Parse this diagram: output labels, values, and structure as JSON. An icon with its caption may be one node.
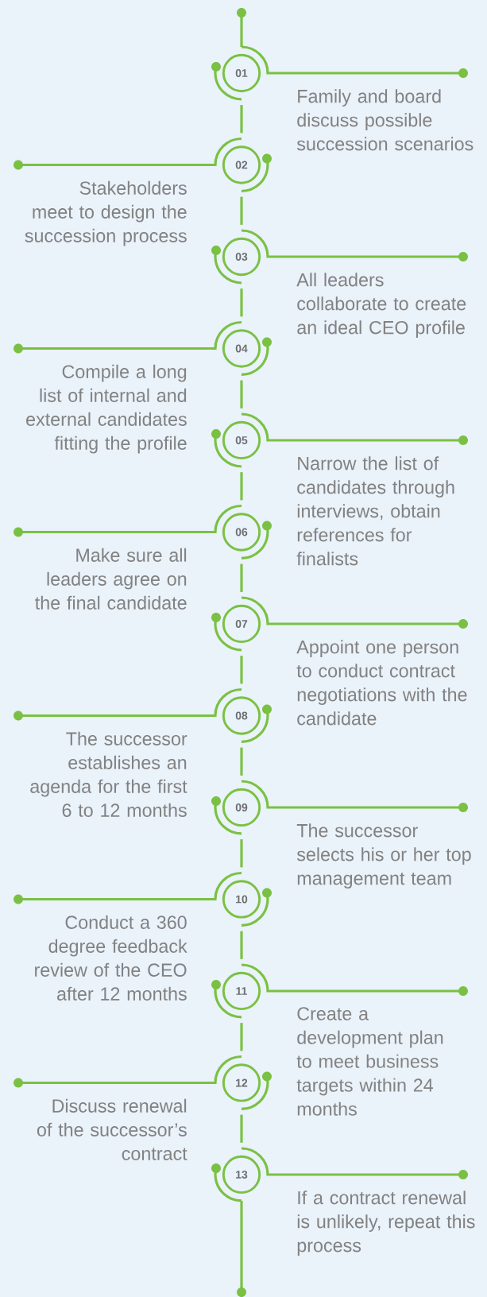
{
  "diagram": {
    "nodes": [
      {
        "text": [
          "01"
        ],
        "beside": [
          "Family and board discuss possible succession scenarios"
        ]
      },
      {
        "text": [
          "02"
        ],
        "beside": [
          "Stakeholders meet to design the succession process"
        ]
      },
      {
        "text": [
          "03"
        ],
        "beside": [
          "All leaders collaborate to create an ideal CEO profile"
        ]
      },
      {
        "text": [
          "04"
        ],
        "beside": [
          "Compile a long list of internal and external candidates fitting the profile"
        ]
      },
      {
        "text": [
          "05"
        ],
        "beside": [
          "Narrow the list of candidates through interviews, obtain references for finalists"
        ]
      },
      {
        "text": [
          "06"
        ],
        "beside": [
          "Make sure all leaders agree on the final candidate"
        ]
      },
      {
        "text": [
          "07"
        ],
        "beside": [
          "Appoint one person to conduct contract negotiations with the candidate"
        ]
      },
      {
        "text": [
          "08"
        ],
        "beside": [
          "The successor establishes an agenda for the first 6 to 12 months"
        ]
      },
      {
        "text": [
          "09"
        ],
        "beside": [
          "The successor selects his or her top management team"
        ]
      },
      {
        "text": [
          "10"
        ],
        "beside": [
          "Conduct a 360 degree feedback review of the CEO after 12 months"
        ]
      },
      {
        "text": [
          "11"
        ],
        "beside": [
          "Create a development plan to meet business targets within 24 months"
        ]
      },
      {
        "text": [
          "12"
        ],
        "beside": [
          "Discuss renewal of the successor’s contract"
        ]
      },
      {
        "text": [
          "13"
        ],
        "beside": [
          "If a contract renewal is unlikely, repeat this process"
        ]
      }
    ],
    "edges": [
      {
        "from": 0,
        "to": 1,
        "arrow": "none"
      },
      {
        "from": 1,
        "to": 2,
        "arrow": "none"
      },
      {
        "from": 2,
        "to": 3,
        "arrow": "none"
      },
      {
        "from": 3,
        "to": 4,
        "arrow": "none"
      },
      {
        "from": 4,
        "to": 5,
        "arrow": "none"
      },
      {
        "from": 5,
        "to": 6,
        "arrow": "none"
      },
      {
        "from": 6,
        "to": 7,
        "arrow": "none"
      },
      {
        "from": 7,
        "to": 8,
        "arrow": "none"
      },
      {
        "from": 8,
        "to": 9,
        "arrow": "none"
      },
      {
        "from": 9,
        "to": 10,
        "arrow": "none"
      },
      {
        "from": 10,
        "to": 11,
        "arrow": "none"
      },
      {
        "from": 11,
        "to": 12,
        "arrow": "none"
      }
    ]
  }
}
